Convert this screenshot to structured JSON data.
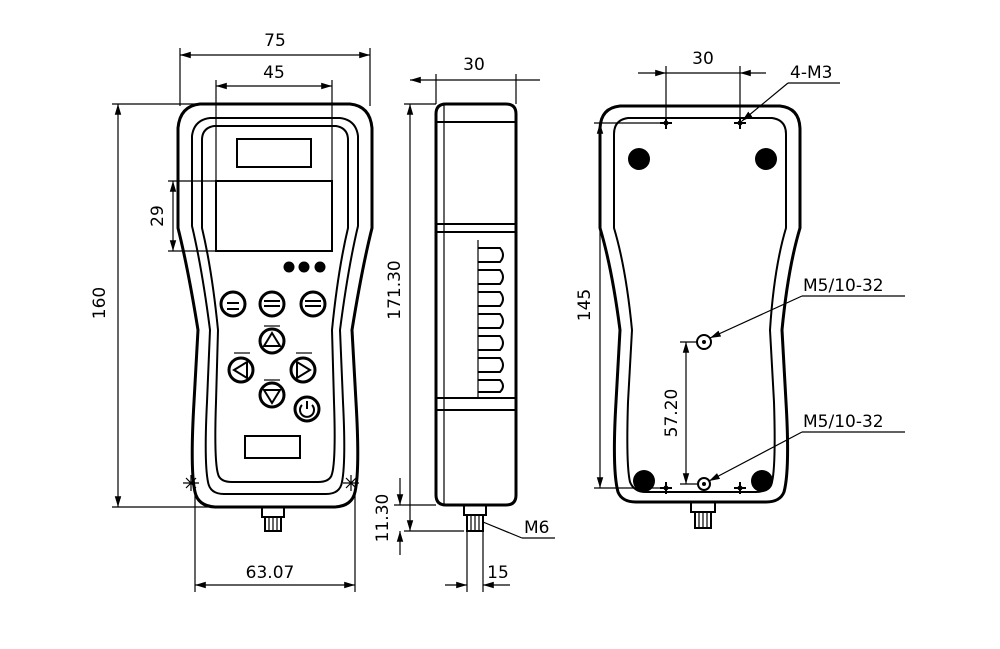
{
  "front_view": {
    "dims": {
      "overall_width": "75",
      "display_width": "45",
      "display_height": "29",
      "overall_height": "160",
      "bottom_width": "63.07"
    }
  },
  "side_view": {
    "dims": {
      "thickness": "30",
      "height": "171.30",
      "connector_height": "11.30",
      "connector_width": "15"
    },
    "thread_label": "M6"
  },
  "back_view": {
    "dims": {
      "hole_spacing": "30",
      "height": "145",
      "mount_offset": "57.20"
    },
    "labels": {
      "top_holes": "4-M3",
      "mount_upper": "M5/10-32",
      "mount_lower": "M5/10-32"
    }
  }
}
